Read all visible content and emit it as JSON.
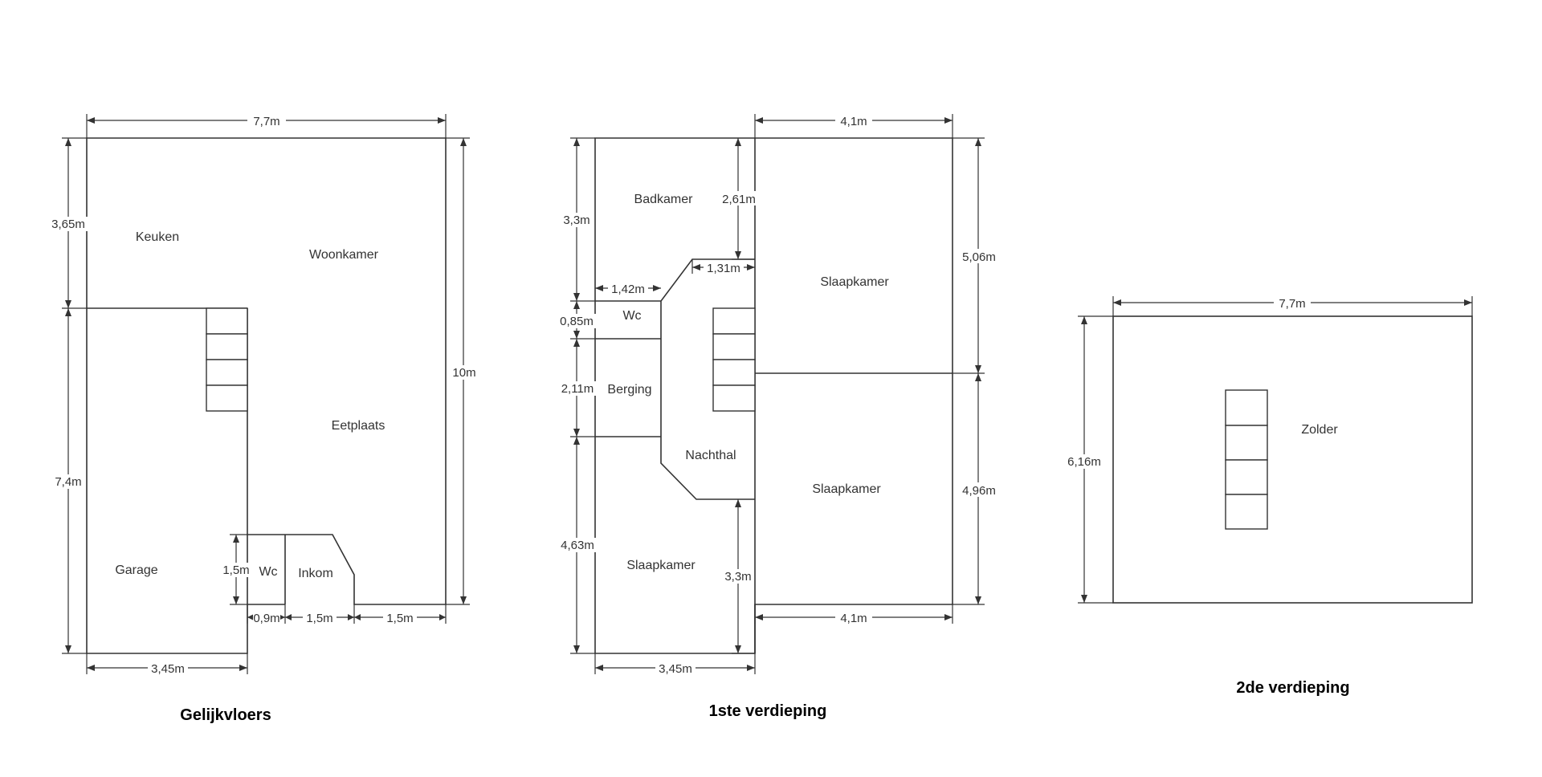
{
  "floors": {
    "ground": {
      "title": "Gelijkvloers",
      "rooms": {
        "keuken": "Keuken",
        "woonkamer": "Woonkamer",
        "eetplaats": "Eetplaats",
        "garage": "Garage",
        "wc": "Wc",
        "inkom": "Inkom"
      },
      "dims": {
        "width_top": "7,7m",
        "height_right": "10m",
        "keuken_h": "3,65m",
        "garage_h": "7,4m",
        "garage_w": "3,45m",
        "wc_h": "1,5m",
        "wc_w": "0,9m",
        "inkom_w": "1,5m",
        "right_w": "1,5m"
      }
    },
    "first": {
      "title": "1ste verdieping",
      "rooms": {
        "badkamer": "Badkamer",
        "wc": "Wc",
        "berging": "Berging",
        "nachthal": "Nachthal",
        "slaapkamer_top": "Slaapkamer",
        "slaapkamer_mid": "Slaapkamer",
        "slaapkamer_bottom": "Slaapkamer"
      },
      "dims": {
        "width_top": "4,1m",
        "width_bottom_right": "4,1m",
        "width_bottom_left": "3,45m",
        "badkamer_h": "3,3m",
        "badkamer_inner_h": "2,61m",
        "wc_w": "1,42m",
        "hall_w": "1,31m",
        "wc_h": "0,85m",
        "berging_h": "2,11m",
        "slaap_bottom_h": "4,63m",
        "nachthal_h": "3,3m",
        "slaap_top_h": "5,06m",
        "slaap_mid_h": "4,96m"
      }
    },
    "second": {
      "title": "2de verdieping",
      "rooms": {
        "zolder": "Zolder"
      },
      "dims": {
        "width_top": "7,7m",
        "height_left": "6,16m"
      }
    }
  }
}
